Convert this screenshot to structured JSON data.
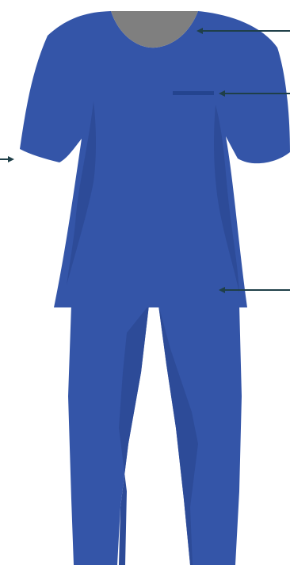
{
  "figure": {
    "garment_color": "#3455a8",
    "shade_color": "#2d4b98",
    "neckline_color": "#7f7f7f",
    "pocket_color": "#24448f",
    "arrow_color": "#1f3f48",
    "background": "#ffffff"
  },
  "callouts": [
    {
      "points_to": "neckline",
      "direction": "left"
    },
    {
      "points_to": "chest-pocket",
      "direction": "left"
    },
    {
      "points_to": "sleeve-cuff",
      "direction": "right"
    },
    {
      "points_to": "tunic-hem",
      "direction": "left"
    }
  ]
}
